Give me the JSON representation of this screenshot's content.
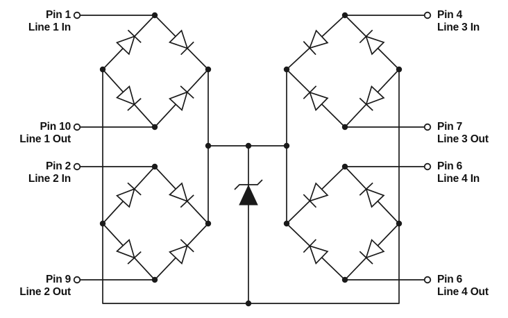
{
  "pins": {
    "left": [
      {
        "pin": "Pin 1",
        "line": "Line 1 In"
      },
      {
        "pin": "Pin 10",
        "line": "Line 1 Out"
      },
      {
        "pin": "Pin 2",
        "line": "Line 2 In"
      },
      {
        "pin": "Pin 9",
        "line": "Line 2 Out"
      }
    ],
    "right": [
      {
        "pin": "Pin 4",
        "line": "Line 3 In"
      },
      {
        "pin": "Pin 7",
        "line": "Line 3 Out"
      },
      {
        "pin": "Pin 6",
        "line": "Line 4 In"
      },
      {
        "pin": "Pin 6",
        "line": "Line 4 Out"
      }
    ]
  },
  "components": {
    "bridge_count": 4,
    "center_clamp": "tvs-zener-diode"
  },
  "colors": {
    "wire": "#1a1a1a",
    "background": "#ffffff"
  }
}
